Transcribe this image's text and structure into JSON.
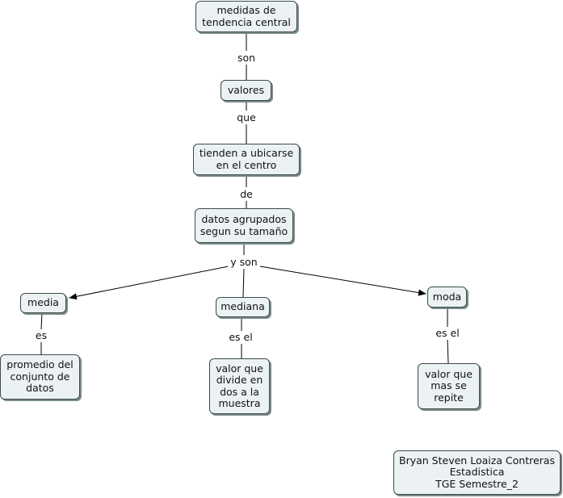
{
  "nodes": {
    "medidas": "medidas de\ntendencia central",
    "valores": "valores",
    "tienden": "tienden a ubicarse\nen el centro",
    "datos": "datos agrupados\nsegun su tamaño",
    "media": "media",
    "mediana": "mediana",
    "moda": "moda",
    "promedio": "promedio del\nconjunto de\ndatos",
    "divide": "valor que\ndivide en\ndos a la\nmuestra",
    "repite": "valor que\nmas se\nrepite",
    "autor": "Bryan Steven Loaiza Contreras\nEstadistica\nTGE Semestre_2"
  },
  "links": {
    "son": "son",
    "que": "que",
    "de": "de",
    "y_son": "y son",
    "es": "es",
    "es_el_mediana": "es el",
    "es_el_moda": "es el"
  },
  "colors": {
    "node_fill": "#ecf2f3",
    "node_border": "#3c4a4a",
    "node_shadow": "#7b8b8b",
    "line": "#000000"
  }
}
